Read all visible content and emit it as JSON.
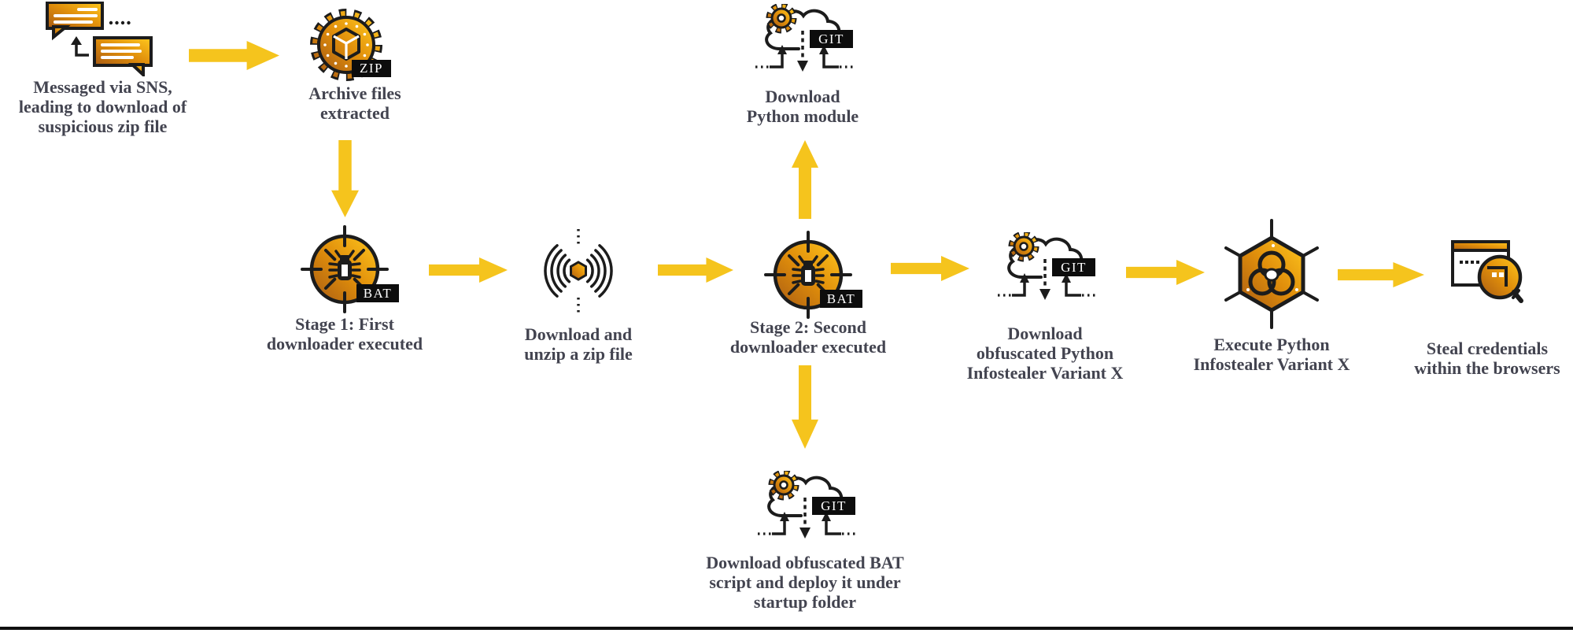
{
  "diagram": {
    "type": "attack-flow",
    "nodes": [
      {
        "id": "messaged-via-sns",
        "label": "Messaged via SNS,\nleading to download of\nsuspicious zip file"
      },
      {
        "id": "archive-files-extracted",
        "label": "Archive files\nextracted",
        "badge": "ZIP"
      },
      {
        "id": "stage1-downloader",
        "label": "Stage 1: First\ndownloader executed",
        "badge": "BAT"
      },
      {
        "id": "download-unzip-zip",
        "label": "Download and\nunzip a zip file"
      },
      {
        "id": "stage2-downloader",
        "label": "Stage 2: Second\ndownloader executed",
        "badge": "BAT"
      },
      {
        "id": "download-python-module",
        "label": "Download\nPython module",
        "badge": "GIT"
      },
      {
        "id": "download-bat-script",
        "label": "Download obfuscated BAT\nscript and deploy it under\nstartup folder",
        "badge": "GIT"
      },
      {
        "id": "download-python-infostealer",
        "label": "Download\nobfuscated Python\nInfostealer Variant X",
        "badge": "GIT"
      },
      {
        "id": "execute-python-infostealer",
        "label": "Execute Python\nInfostealer Variant X"
      },
      {
        "id": "steal-credentials",
        "label": "Steal credentials\nwithin the browsers"
      }
    ],
    "edges": [
      {
        "from": "messaged-via-sns",
        "to": "archive-files-extracted",
        "direction": "right"
      },
      {
        "from": "archive-files-extracted",
        "to": "stage1-downloader",
        "direction": "down"
      },
      {
        "from": "stage1-downloader",
        "to": "download-unzip-zip",
        "direction": "right"
      },
      {
        "from": "download-unzip-zip",
        "to": "stage2-downloader",
        "direction": "right"
      },
      {
        "from": "stage2-downloader",
        "to": "download-python-module",
        "direction": "up"
      },
      {
        "from": "stage2-downloader",
        "to": "download-bat-script",
        "direction": "down"
      },
      {
        "from": "stage2-downloader",
        "to": "download-python-infostealer",
        "direction": "right"
      },
      {
        "from": "download-python-infostealer",
        "to": "execute-python-infostealer",
        "direction": "right"
      },
      {
        "from": "execute-python-infostealer",
        "to": "steal-credentials",
        "direction": "right"
      }
    ]
  },
  "colors": {
    "arrow_yellow": "#F5C41D",
    "icon_gold": "#FFC81E",
    "icon_amber": "#E08E0B",
    "icon_orange": "#A85B13",
    "ink": "#1C1C1C",
    "label_text": "#434450",
    "badge_bg": "#0D0D0D",
    "badge_text": "#FFFFFF",
    "rule_black": "#101010"
  }
}
